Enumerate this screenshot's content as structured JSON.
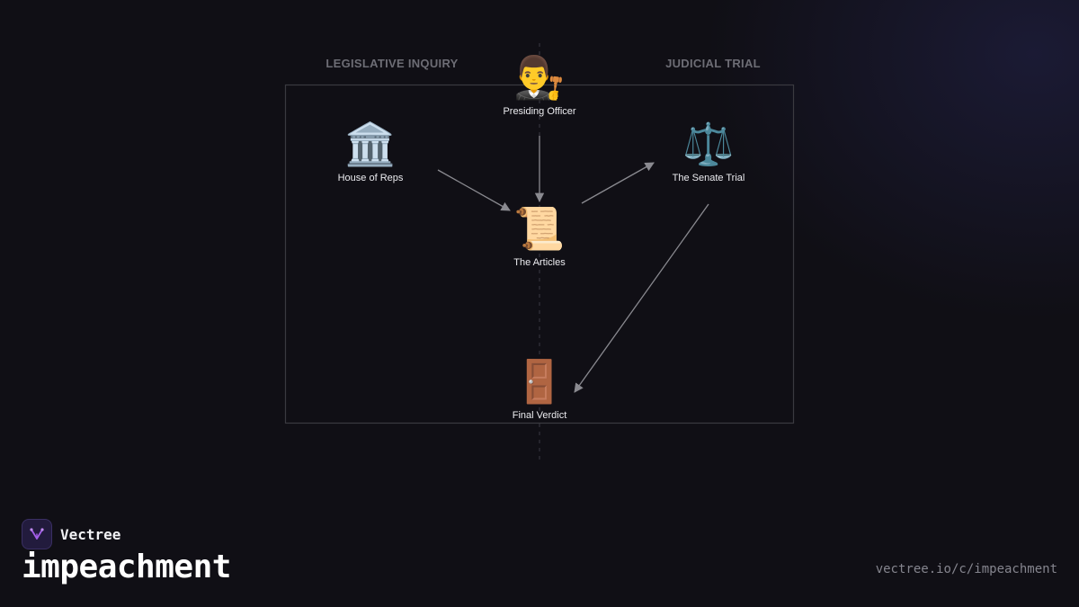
{
  "regions": {
    "left": "LEGISLATIVE INQUIRY",
    "right": "JUDICIAL TRIAL"
  },
  "nodes": {
    "presiding_officer": {
      "label": "Presiding Officer",
      "icon": "judge-icon",
      "glyph": "👨‍⚖️"
    },
    "house_of_reps": {
      "label": "House of Reps",
      "icon": "classical-building-icon",
      "glyph": "🏛️"
    },
    "senate_trial": {
      "label": "The Senate Trial",
      "icon": "balance-scale-icon",
      "glyph": "⚖️"
    },
    "articles": {
      "label": "The Articles",
      "icon": "scroll-icon",
      "glyph": "📜"
    },
    "final_verdict": {
      "label": "Final Verdict",
      "icon": "door-icon",
      "glyph": "🚪"
    }
  },
  "edges": [
    {
      "from": "house_of_reps",
      "to": "articles"
    },
    {
      "from": "presiding_officer",
      "to": "articles"
    },
    {
      "from": "articles",
      "to": "senate_trial"
    },
    {
      "from": "senate_trial",
      "to": "final_verdict"
    }
  ],
  "footer": {
    "brand": "Vectree",
    "brand_icon": "vectree-logo-icon",
    "title": "impeachment",
    "url": "vectree.io/c/impeachment"
  },
  "colors": {
    "background": "#100f15",
    "edge": "#8a8a90",
    "frame": "#3a3a40",
    "brand_accent": "#a35ee8"
  }
}
